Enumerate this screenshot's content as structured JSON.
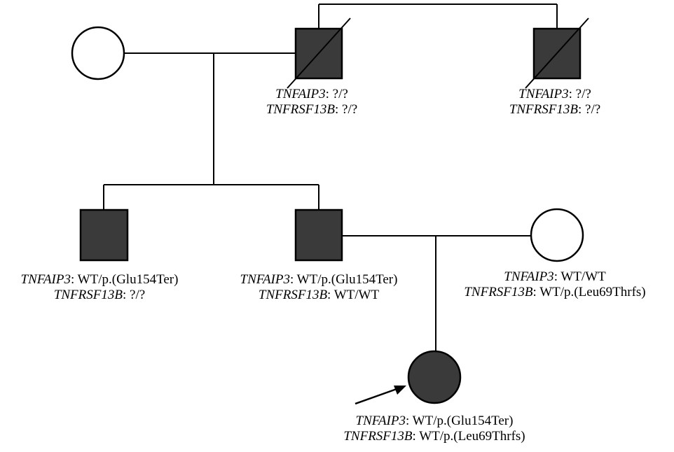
{
  "individuals": [
    {
      "id": "grandmother",
      "sex": "female",
      "affected": false,
      "deceased": false,
      "genotypes": []
    },
    {
      "id": "grandfather",
      "sex": "male",
      "affected": true,
      "deceased": true,
      "genotypes": [
        {
          "gene": "TNFAIP3",
          "value": ": ?/?"
        },
        {
          "gene": "TNFRSF13B",
          "value": ": ?/?"
        }
      ]
    },
    {
      "id": "grandfather-sibling",
      "sex": "male",
      "affected": true,
      "deceased": true,
      "genotypes": [
        {
          "gene": "TNFAIP3",
          "value": ": ?/?"
        },
        {
          "gene": "TNFRSF13B",
          "value": ": ?/?"
        }
      ]
    },
    {
      "id": "uncle",
      "sex": "male",
      "affected": true,
      "deceased": false,
      "genotypes": [
        {
          "gene": "TNFAIP3",
          "value": ": WT/p.(Glu154Ter)"
        },
        {
          "gene": "TNFRSF13B",
          "value": ": ?/?"
        }
      ]
    },
    {
      "id": "father",
      "sex": "male",
      "affected": true,
      "deceased": false,
      "genotypes": [
        {
          "gene": "TNFAIP3",
          "value": ": WT/p.(Glu154Ter)"
        },
        {
          "gene": "TNFRSF13B",
          "value": ": WT/WT"
        }
      ]
    },
    {
      "id": "mother",
      "sex": "female",
      "affected": false,
      "deceased": false,
      "genotypes": [
        {
          "gene": "TNFAIP3",
          "value": ": WT/WT"
        },
        {
          "gene": "TNFRSF13B",
          "value": ": WT/p.(Leu69Thrfs)"
        }
      ]
    },
    {
      "id": "proband",
      "sex": "female",
      "affected": true,
      "deceased": false,
      "proband": true,
      "genotypes": [
        {
          "gene": "TNFAIP3",
          "value": ": WT/p.(Glu154Ter)"
        },
        {
          "gene": "TNFRSF13B",
          "value": ": WT/p.(Leu69Thrfs)"
        }
      ]
    }
  ],
  "colors": {
    "affected": "#3a3a3a",
    "unaffected": "#ffffff",
    "line": "#000000"
  }
}
